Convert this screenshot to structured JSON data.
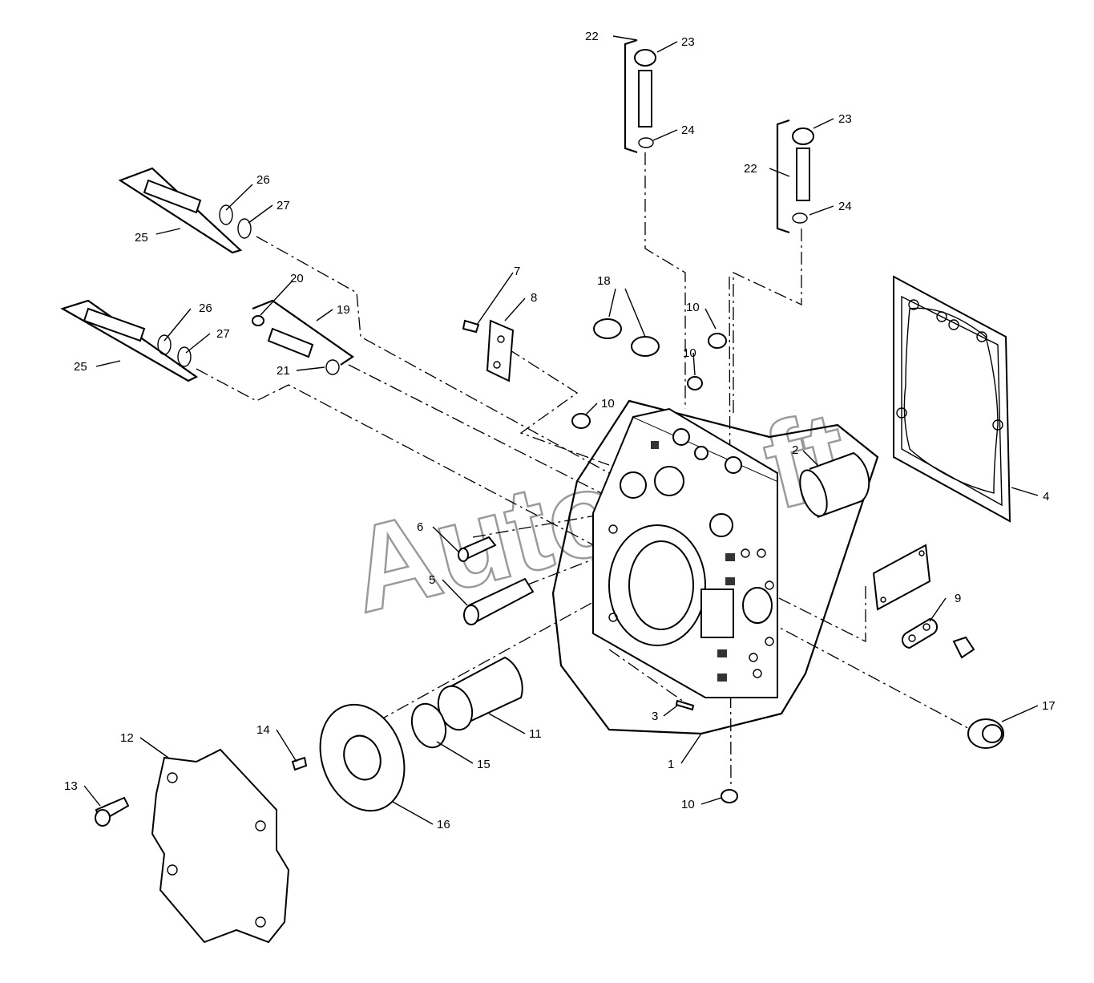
{
  "watermark": "AutoSoft",
  "labels": {
    "l1": "1",
    "l2": "2",
    "l3": "3",
    "l4": "4",
    "l5": "5",
    "l6": "6",
    "l7": "7",
    "l8": "8",
    "l9": "9",
    "l10a": "10",
    "l10b": "10",
    "l10c": "10",
    "l10d": "10",
    "l11": "11",
    "l12": "12",
    "l13": "13",
    "l14": "14",
    "l15": "15",
    "l16": "16",
    "l17": "17",
    "l18": "18",
    "l19": "19",
    "l20": "20",
    "l21": "21",
    "l22a": "22",
    "l22b": "22",
    "l23a": "23",
    "l23b": "23",
    "l24a": "24",
    "l24b": "24",
    "l25a": "25",
    "l25b": "25",
    "l26a": "26",
    "l26b": "26",
    "l27a": "27",
    "l27b": "27"
  }
}
